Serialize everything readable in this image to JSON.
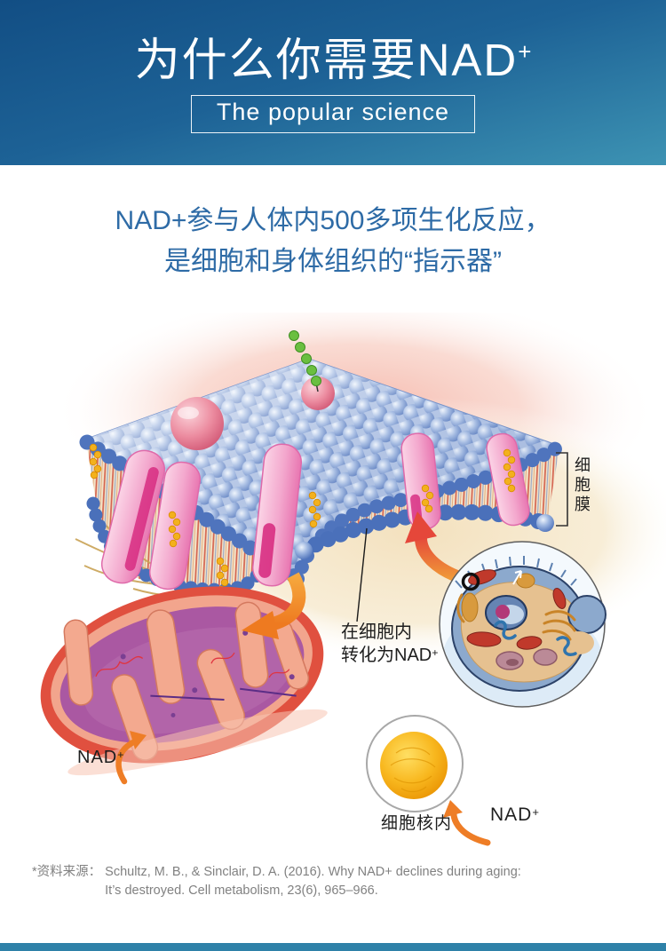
{
  "header": {
    "title_base": "为什么你需要NAD",
    "title_sup": "+",
    "tagline": "The popular science"
  },
  "intro": {
    "line1": "NAD+参与人体内500多项生化反应，",
    "line2": "是细胞和身体组织的“指示器”"
  },
  "diagram": {
    "membrane_label": "细胞膜",
    "convert_line1": "在细胞内",
    "convert_line2_base": "转化为NAD",
    "convert_line2_sup": "+",
    "nad_left_base": "NAD",
    "nad_left_sup": "+",
    "nucleus_label": "细胞核内",
    "nad_right_base": "NAD",
    "nad_right_sup": "+",
    "icons": [
      "cell-membrane-illustration",
      "mitochondrion-illustration",
      "cell-cross-section-illustration",
      "nucleus-sphere-illustration",
      "orange-arrow",
      "red-arrow",
      "magnifier-ring"
    ]
  },
  "footnote": {
    "prefix": "*资料来源：",
    "line1": "Schultz, M. B., & Sinclair, D. A. (2016). Why NAD+ declines during aging:",
    "line2": "It’s destroyed. Cell metabolism, 23(6), 965–966."
  },
  "colors": {
    "header_gradient_top": "#124E84",
    "header_gradient_bottom": "#3D93B3",
    "intro_text": "#2E6BA6",
    "footnote_text": "#818181",
    "bottom_bar": "#2E81A8",
    "membrane_sphere_blue": "#4F74BD",
    "protein_pink": "#EF93C2",
    "mitochondrion_red": "#E0503F",
    "mitochondrion_purple": "#AA58A2",
    "nucleus_yellow": "#F5AE00",
    "arrow_orange": "#EE7D26"
  }
}
